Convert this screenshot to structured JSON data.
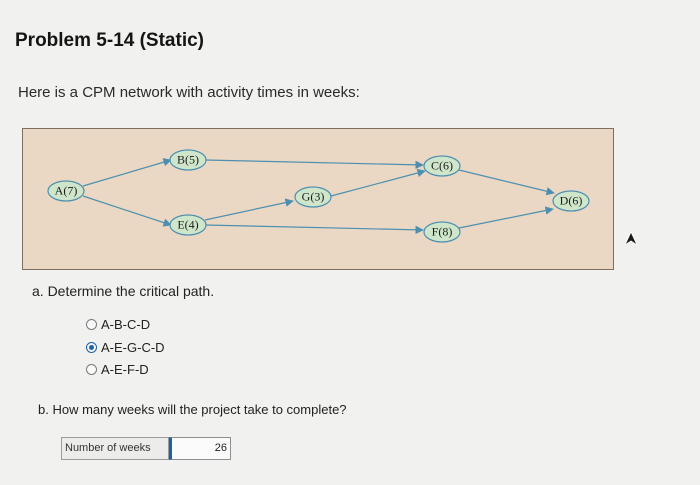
{
  "header": {
    "title": "Problem 5-14 (Static)"
  },
  "intro": {
    "text": "Here is a CPM network with activity times in weeks:"
  },
  "network": {
    "nodes": {
      "a": "A(7)",
      "b": "B(5)",
      "c": "C(6)",
      "d": "D(6)",
      "e": "E(4)",
      "f": "F(8)",
      "g": "G(3)"
    },
    "colors": {
      "background": "#ead8c4",
      "node_fill": "#cfe6cb",
      "node_stroke": "#4d8fb0",
      "arrow": "#4d8fb0"
    }
  },
  "question_a": {
    "prompt": "a. Determine the critical path.",
    "options": [
      {
        "label": "A-B-C-D",
        "selected": false
      },
      {
        "label": "A-E-G-C-D",
        "selected": true
      },
      {
        "label": "A-E-F-D",
        "selected": false
      }
    ]
  },
  "question_b": {
    "prompt": "b. How many weeks will the project take to complete?",
    "field_label": "Number of weeks",
    "field_value": "26"
  },
  "colors": {
    "accent": "#1c62a8"
  }
}
